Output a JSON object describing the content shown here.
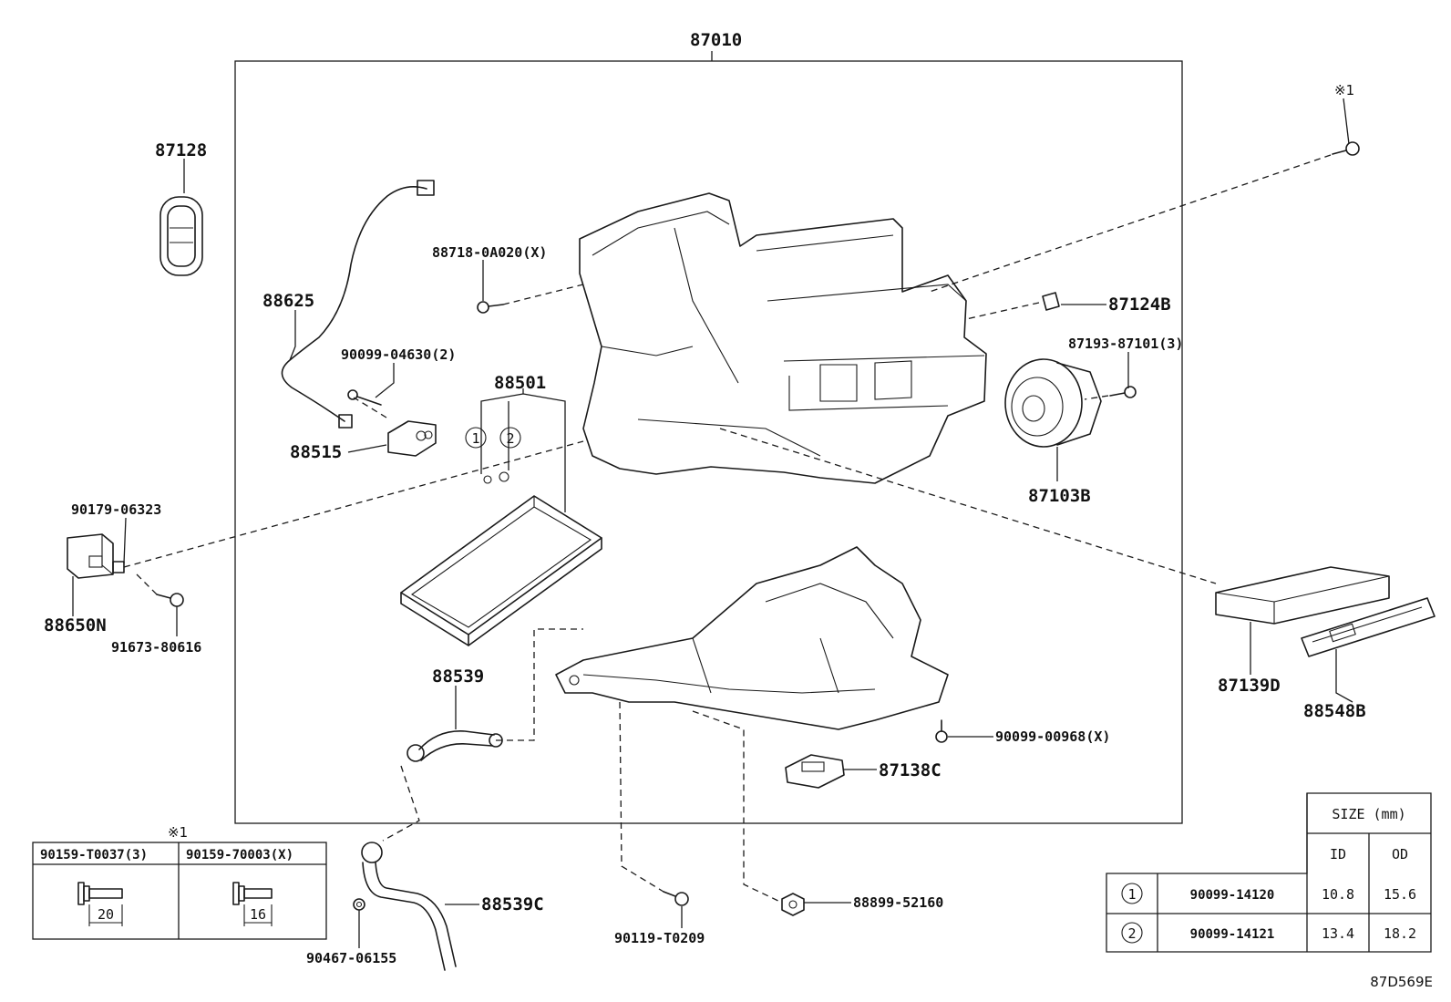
{
  "part_labels": {
    "p87010": "87010",
    "p87128": "87128",
    "p88625": "88625",
    "p88515": "88515",
    "p88718": "88718-0A020(X)",
    "p90099_04630": "90099-04630(2)",
    "p88501": "88501",
    "p87124B": "87124B",
    "p87193": "87193-87101(3)",
    "p87103B": "87103B",
    "p90179": "90179-06323",
    "p88650N": "88650N",
    "p91673": "91673-80616",
    "p88539": "88539",
    "p87139D": "87139D",
    "p88548B": "88548B",
    "p90099_00968": "90099-00968(X)",
    "p87138C": "87138C",
    "p88539C": "88539C",
    "p90467": "90467-06155",
    "p90119": "90119-T0209",
    "p88899": "88899-52160",
    "note_mark_top": "※1",
    "note_mark_bottom": "※1",
    "callout_1": "1",
    "callout_2": "2"
  },
  "bolt_table": {
    "col1_header": "90159-T0037(3)",
    "col2_header": "90159-70003(X)",
    "col1_length": "20",
    "col2_length": "16"
  },
  "size_table": {
    "title": "SIZE (mm)",
    "col_id": "ID",
    "col_od": "OD",
    "rows": [
      {
        "mark": "1",
        "part": "90099-14120",
        "id": "10.8",
        "od": "15.6"
      },
      {
        "mark": "2",
        "part": "90099-14121",
        "id": "13.4",
        "od": "18.2"
      }
    ]
  },
  "drawing_code": "87D569E"
}
